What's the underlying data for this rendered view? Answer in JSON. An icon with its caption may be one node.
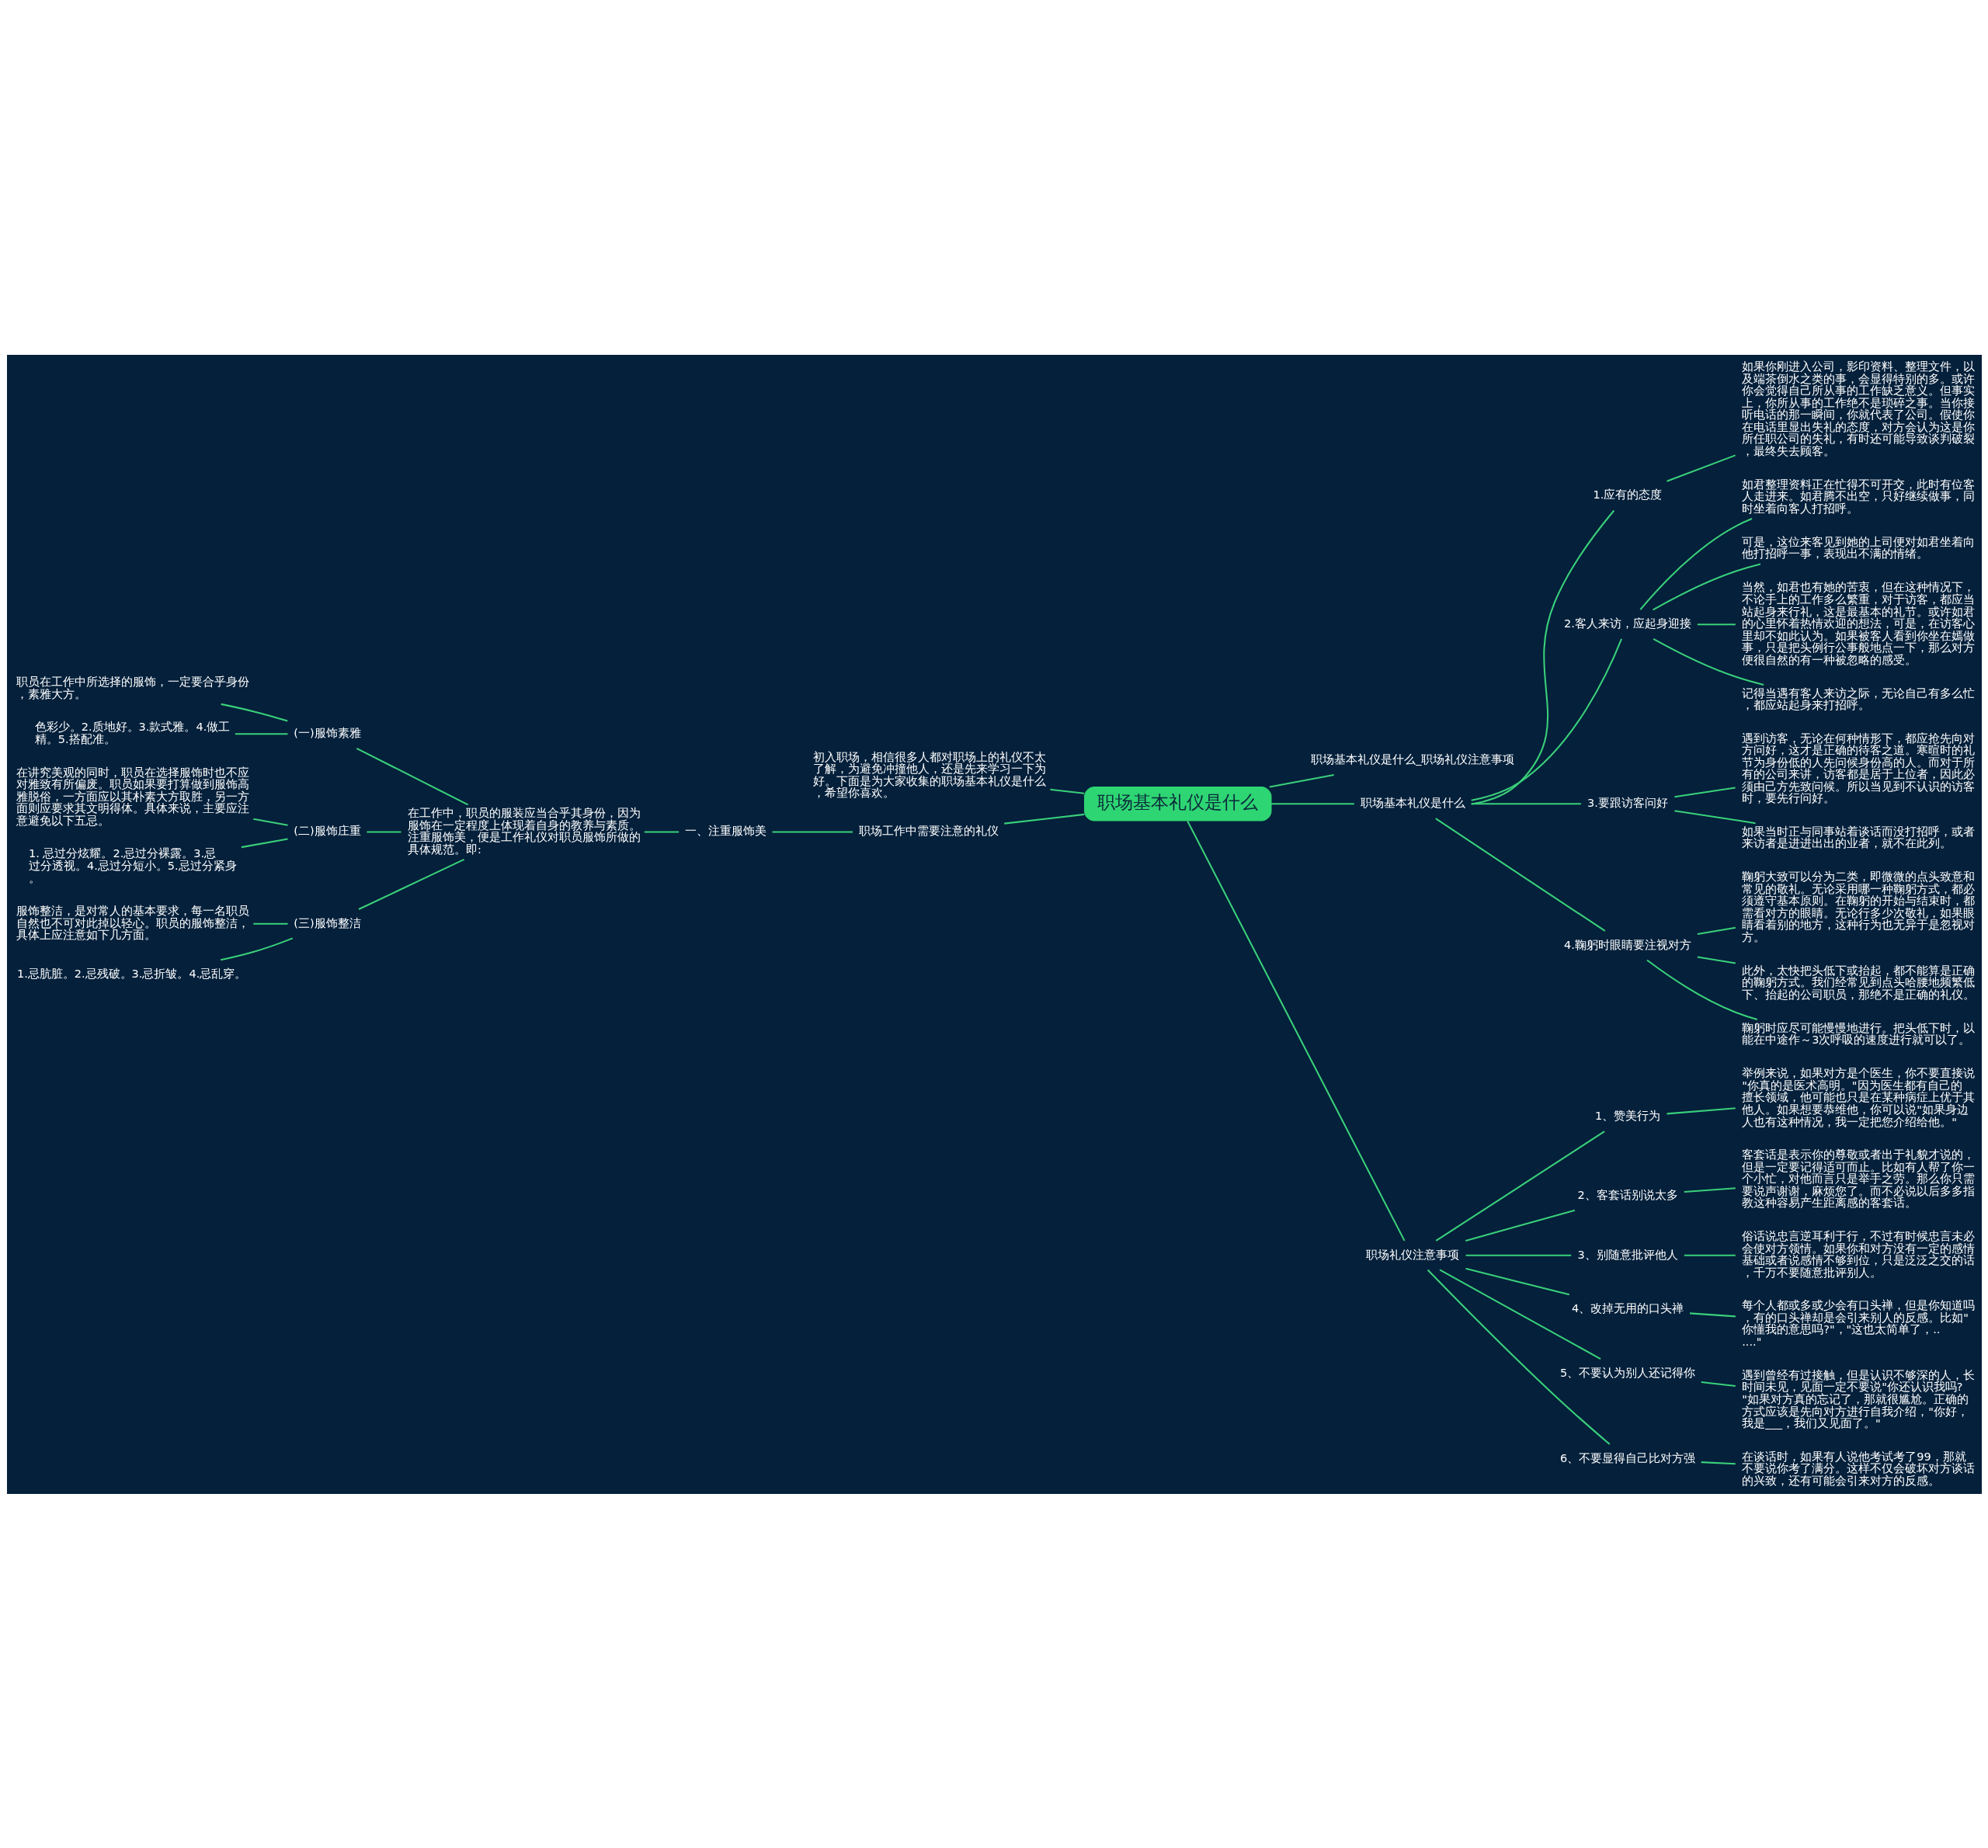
{
  "diagram": {
    "nodes": [
      {
        "text": [
          "职场基本礼仪是什么"
        ]
      },
      {
        "text": [
          "职场基本礼仪是什么_职场礼仪注意事项"
        ]
      },
      {
        "text": [
          "职场基本礼仪是什么"
        ]
      },
      {
        "text": [
          "1.应有的态度"
        ]
      },
      {
        "text": [
          "如果你刚进入公司，影印资料、整理文件，以及端茶倒水之类的事，会显得特别的多。或许你会觉得自己所从事的工作缺乏意义。但事实上，你所从事的工作绝不是琐碎之事。当你接听电话的那一瞬间，你就代表了公司。假使你在电话里显出失礼的态度，对方会认为这是你所任职公司的失礼，有时还可能导致谈判破裂，最终失去顾客。"
        ]
      },
      {
        "text": [
          "2.客人来访，应起身迎接"
        ]
      },
      {
        "text": [
          "如君整理资料正在忙得不可开交，此时有位客人走进来。如君腾不出空，只好继续做事，同时坐着向客人打招呼。"
        ]
      },
      {
        "text": [
          "可是，这位来客见到她的上司便对如君坐着向他打招呼一事，表现出不满的情绪。"
        ]
      },
      {
        "text": [
          "当然，如君也有她的苦衷，但在这种情况下，不论手上的工作多么繁重，对于访客，都应当站起身来行礼，这是最基本的礼节。或许如君的心里怀着热情欢迎的想法，可是，在访客心里却不如此认为。如果被客人看到你坐在嫣做事，只是把头例行公事般地点一下，那么对方便很自然的有一种被忽略的感受。"
        ]
      },
      {
        "text": [
          "记得当遇有客人来访之际，无论自己有多么忙，都应站起身来打招呼。"
        ]
      },
      {
        "text": [
          "3.要跟访客问好"
        ]
      },
      {
        "text": [
          "遇到访客，无论在何种情形下，都应抢先向对方问好，这才是正确的待客之道。寒暄时的礼节为身份低的人先问候身份高的人。而对于所有的公司来讲，访客都是居于上位者，因此必须由己方先致问候。所以当见到不认识的访客时，要先行问好。"
        ]
      },
      {
        "text": [
          "如果当时正与同事站着谈话而没打招呼，或者来访者是进进出出的业者，就不在此列。"
        ]
      },
      {
        "text": [
          "4.鞠躬时眼睛要注视对方"
        ]
      },
      {
        "text": [
          "鞠躬大致可以分为二类，即微微的点头致意和常见的敬礼。无论采用哪一种鞠躬方式，都必须遵守基本原则。在鞠躬的开始与结束时，都需看对方的眼睛。无论行多少次敬礼，如果眼睛看着别的地方，这种行为也无异于是忽视对方。"
        ]
      },
      {
        "text": [
          "此外，太快把头低下或抬起，都不能算是正确的鞠躬方式。我们经常见到点头哈腰地频繁低下、抬起的公司职员，那绝不是正确的礼仪。"
        ]
      },
      {
        "text": [
          "鞠躬时应尽可能慢慢地进行。把头低下时，以能在中途作～3次呼吸的速度进行就可以了。"
        ]
      },
      {
        "text": [
          "职场礼仪注意事项"
        ]
      },
      {
        "text": [
          "1、赞美行为"
        ]
      },
      {
        "text": [
          "举例来说，如果对方是个医生，你不要直接说\"你真的是医术高明。\"因为医生都有自己的擅长领域，他可能也只是在某种病症上优于其他人。如果想要恭维他，你可以说\"如果身边人也有这种情况，我一定把您介绍给他。\""
        ]
      },
      {
        "text": [
          "2、客套话别说太多"
        ]
      },
      {
        "text": [
          "客套话是表示你的尊敬或者出于礼貌才说的，但是一定要记得适可而止。比如有人帮了你一个小忙，对他而言只是举手之劳。那么你只需要说声谢谢，麻烦您了。而不必说以后多多指教这种容易产生距离感的客套话。"
        ]
      },
      {
        "text": [
          "3、别随意批评他人"
        ]
      },
      {
        "text": [
          "俗话说忠言逆耳利于行，不过有时候忠言未必会使对方领情。如果你和对方没有一定的感情基础或者说感情不够到位，只是泛泛之交的话，千万不要随意批评别人。"
        ]
      },
      {
        "text": [
          "4、改掉无用的口头禅"
        ]
      },
      {
        "text": [
          "每个人都或多或少会有口头禅，但是你知道吗，有的口头禅却是会引来别人的反感。比如\"你懂我的意思吗?\"，\"这也太简单了，......\""
        ]
      },
      {
        "text": [
          "5、不要认为别人还记得你"
        ]
      },
      {
        "text": [
          "遇到曾经有过接触，但是认识不够深的人，长时间未见，见面一定不要说\"你还认识我吗?\"如果对方真的忘记了，那就很尴尬。正确的方式应该是先向对方进行自我介绍，\"你好，我是___，我们又见面了。\""
        ]
      },
      {
        "text": [
          "6、不要显得自己比对方强"
        ]
      },
      {
        "text": [
          "在谈话时，如果有人说他考试考了99，那就不要说你考了满分。这样不仅会破坏对方谈话的兴致，还有可能会引来对方的反感。"
        ]
      },
      {
        "text": [
          "初入职场，相信很多人都对职场上的礼仪不太了解，为避免冲撞他人，还是先来学习一下为好。下面是为大家收集的职场基本礼仪是什么，希望你喜欢。"
        ]
      },
      {
        "text": [
          "职场工作中需要注意的礼仪"
        ]
      },
      {
        "text": [
          "一、注重服饰美"
        ]
      },
      {
        "text": [
          "在工作中，职员的服装应当合乎其身份，因为服饰在一定程度上体现着自身的教养与素质。注重服饰美，便是工作礼仪对职员服饰所做的具体规范。即:"
        ]
      },
      {
        "text": [
          "(一)服饰素雅"
        ]
      },
      {
        "text": [
          "职员在工作中所选择的服饰，一定要合乎身份，素雅大方。"
        ]
      },
      {
        "text": [
          "色彩少。2.质地好。3.款式雅。4.做工精。5.搭配准。"
        ]
      },
      {
        "text": [
          "(二)服饰庄重"
        ]
      },
      {
        "text": [
          "在讲究美观的同时，职员在选择服饰时也不应对雅致有所偏废。职员如果要打算做到服饰高雅脱俗，一方面应以其朴素大方取胜，另一方面则应要求其文明得体。具体来说，主要应注意避免以下五忌。"
        ]
      },
      {
        "text": [
          "1. 忌过分炫耀。2.忌过分裸露。3.忌过分透视。4.忌过分短小。5.忌过分紧身。"
        ]
      },
      {
        "text": [
          "(三)服饰整洁"
        ]
      },
      {
        "text": [
          "服饰整洁，是对常人的基本要求，每一名职员自然也不可对此掉以轻心。职员的服饰整洁，具体上应注意如下几方面。"
        ]
      },
      {
        "text": [
          "1.忌肮脏。2.忌残破。3.忌折皱。4.忌乱穿。"
        ]
      }
    ],
    "edges": [
      {
        "from": 0,
        "to": 1,
        "arrow": "none"
      },
      {
        "from": 0,
        "to": 2,
        "arrow": "none"
      },
      {
        "from": 2,
        "to": 3,
        "arrow": "none"
      },
      {
        "from": 3,
        "to": 4,
        "arrow": "none"
      },
      {
        "from": 2,
        "to": 5,
        "arrow": "none"
      },
      {
        "from": 5,
        "to": 6,
        "arrow": "none"
      },
      {
        "from": 5,
        "to": 7,
        "arrow": "none"
      },
      {
        "from": 5,
        "to": 8,
        "arrow": "none"
      },
      {
        "from": 5,
        "to": 9,
        "arrow": "none"
      },
      {
        "from": 2,
        "to": 10,
        "arrow": "none"
      },
      {
        "from": 10,
        "to": 11,
        "arrow": "none"
      },
      {
        "from": 10,
        "to": 12,
        "arrow": "none"
      },
      {
        "from": 2,
        "to": 13,
        "arrow": "none"
      },
      {
        "from": 13,
        "to": 14,
        "arrow": "none"
      },
      {
        "from": 13,
        "to": 15,
        "arrow": "none"
      },
      {
        "from": 13,
        "to": 16,
        "arrow": "none"
      },
      {
        "from": 0,
        "to": 17,
        "arrow": "none"
      },
      {
        "from": 17,
        "to": 18,
        "arrow": "none"
      },
      {
        "from": 18,
        "to": 19,
        "arrow": "none"
      },
      {
        "from": 17,
        "to": 20,
        "arrow": "none"
      },
      {
        "from": 20,
        "to": 21,
        "arrow": "none"
      },
      {
        "from": 17,
        "to": 22,
        "arrow": "none"
      },
      {
        "from": 22,
        "to": 23,
        "arrow": "none"
      },
      {
        "from": 17,
        "to": 24,
        "arrow": "none"
      },
      {
        "from": 24,
        "to": 25,
        "arrow": "none"
      },
      {
        "from": 17,
        "to": 26,
        "arrow": "none"
      },
      {
        "from": 26,
        "to": 27,
        "arrow": "none"
      },
      {
        "from": 17,
        "to": 28,
        "arrow": "none"
      },
      {
        "from": 28,
        "to": 29,
        "arrow": "none"
      },
      {
        "from": 0,
        "to": 30,
        "arrow": "none"
      },
      {
        "from": 0,
        "to": 31,
        "arrow": "none"
      },
      {
        "from": 31,
        "to": 32,
        "arrow": "none"
      },
      {
        "from": 32,
        "to": 33,
        "arrow": "none"
      },
      {
        "from": 33,
        "to": 34,
        "arrow": "none"
      },
      {
        "from": 34,
        "to": 35,
        "arrow": "none"
      },
      {
        "from": 34,
        "to": 36,
        "arrow": "none"
      },
      {
        "from": 33,
        "to": 37,
        "arrow": "none"
      },
      {
        "from": 37,
        "to": 38,
        "arrow": "none"
      },
      {
        "from": 37,
        "to": 39,
        "arrow": "none"
      },
      {
        "from": 33,
        "to": 40,
        "arrow": "none"
      },
      {
        "from": 40,
        "to": 41,
        "arrow": "none"
      },
      {
        "from": 40,
        "to": 42,
        "arrow": "none"
      }
    ]
  }
}
